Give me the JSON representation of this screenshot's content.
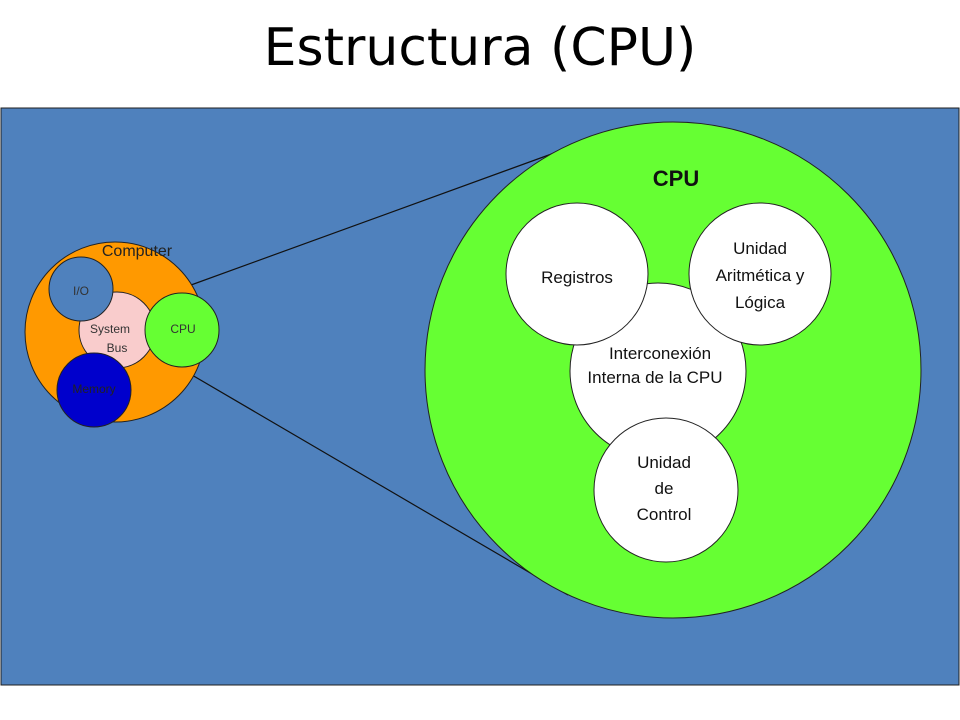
{
  "title": "Estructura (CPU)",
  "colors": {
    "panel": "#4f81bd",
    "computer": "#ff9900",
    "io": "#4f81bd",
    "system_bus": "#f9cccc",
    "cpu": "#66ff33",
    "memory": "#0000cc",
    "component": "#ffffff"
  },
  "computer": {
    "label": "Computer",
    "io_label": "I/O",
    "system_bus_label_1": "System",
    "system_bus_label_2": "Bus",
    "cpu_label": "CPU",
    "memory_label": "Memory"
  },
  "cpu_detail": {
    "label": "CPU",
    "registros": "Registros",
    "alu_line1": "Unidad",
    "alu_line2": "Aritmética y",
    "alu_line3": "Lógica",
    "interconexion_line1": "Interconexión",
    "interconexion_line2": "Interna de la CPU",
    "control_line1": "Unidad",
    "control_line2": "de",
    "control_line3": "Control"
  }
}
